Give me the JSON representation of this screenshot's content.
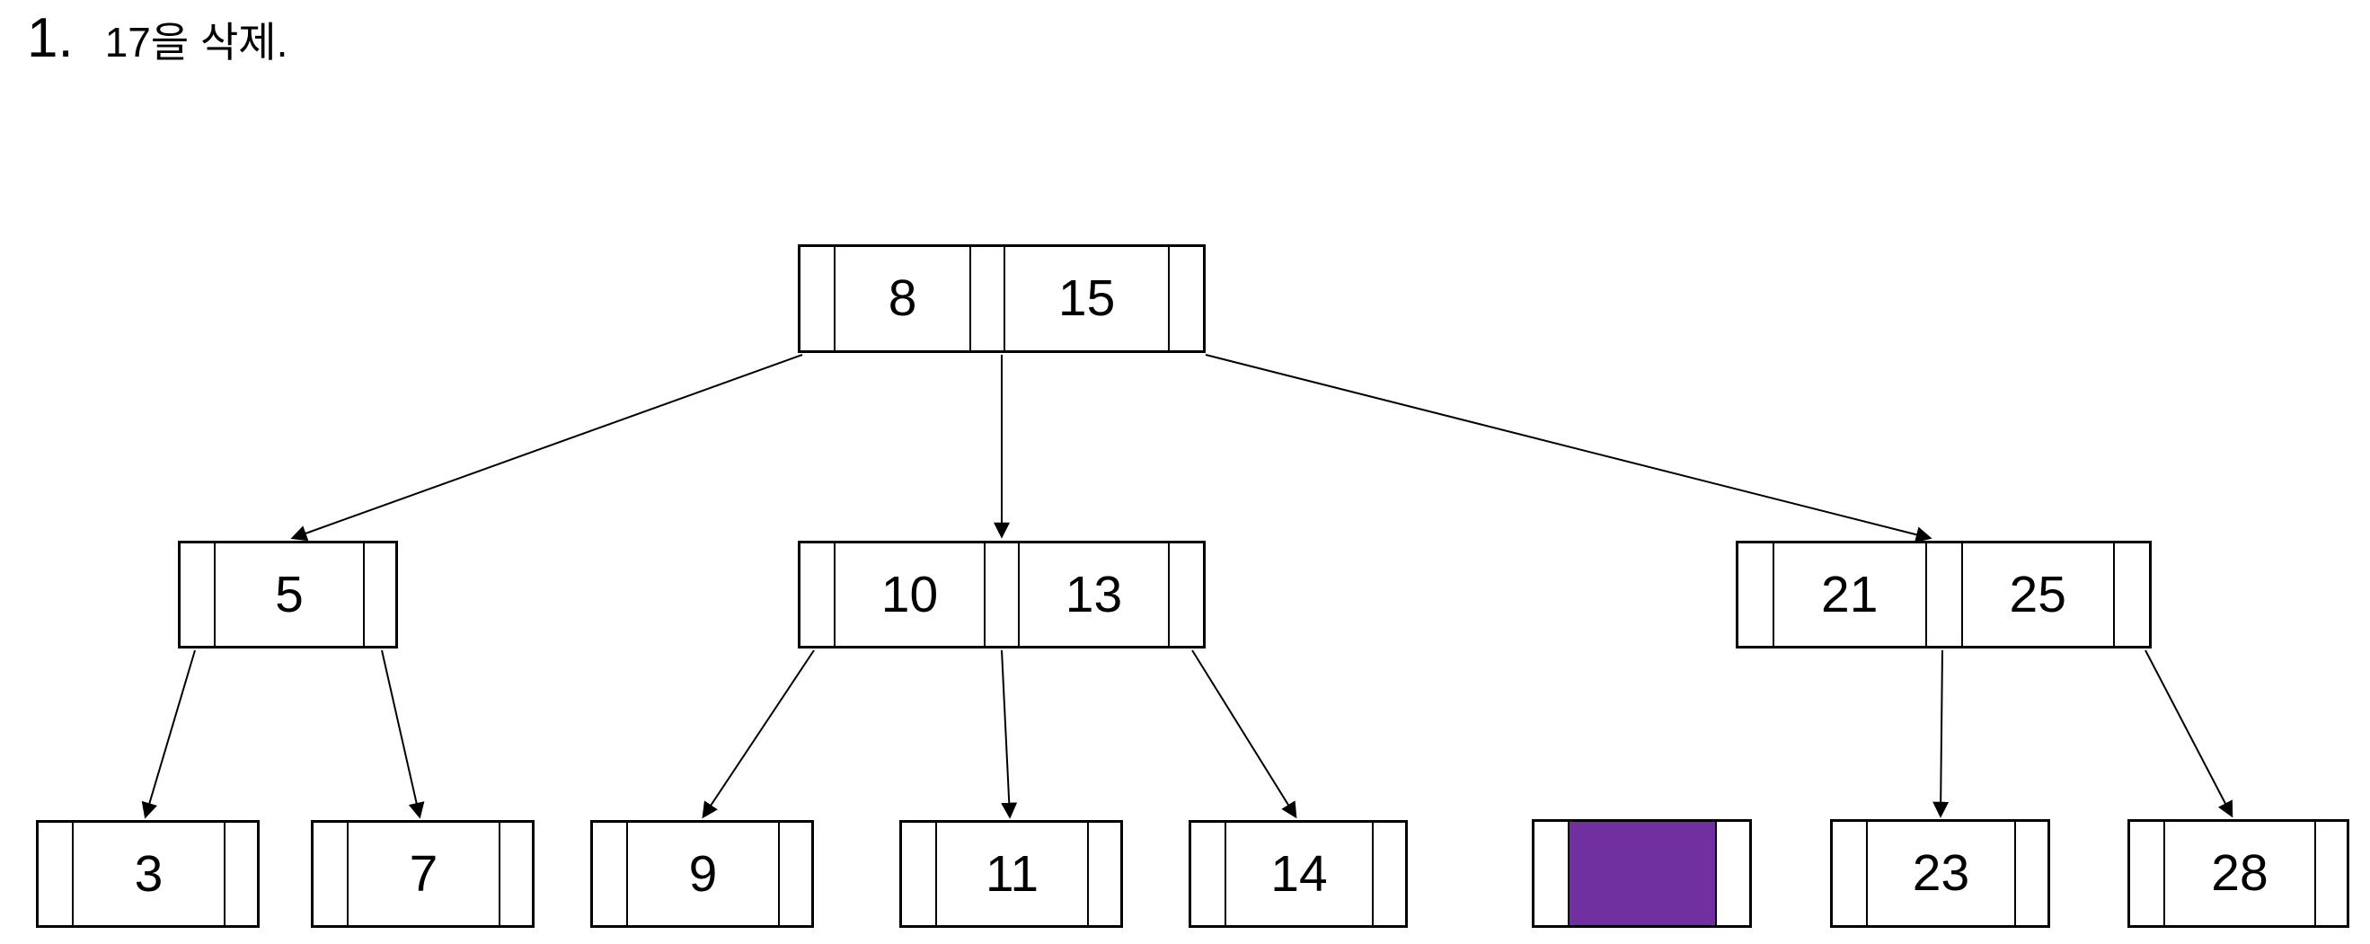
{
  "title": {
    "number": "1.",
    "text": "17을 삭제."
  },
  "colors": {
    "highlight_fill": "#7030A0",
    "line": "#000000",
    "background": "#FFFFFF"
  },
  "tree": {
    "type": "b-tree",
    "caption": "B-tree diagram illustrating deletion of key 17; the leaf that held 17 is now an empty node highlighted purple",
    "nodes": {
      "root": {
        "keys": [
          "8",
          "15"
        ],
        "level": 0
      },
      "n5": {
        "keys": [
          "5"
        ],
        "level": 1
      },
      "n10_13": {
        "keys": [
          "10",
          "13"
        ],
        "level": 1
      },
      "n21_25": {
        "keys": [
          "21",
          "25"
        ],
        "level": 1
      },
      "leaf3": {
        "keys": [
          "3"
        ],
        "level": 2
      },
      "leaf7": {
        "keys": [
          "7"
        ],
        "level": 2
      },
      "leaf9": {
        "keys": [
          "9"
        ],
        "level": 2
      },
      "leaf11": {
        "keys": [
          "11"
        ],
        "level": 2
      },
      "leaf14": {
        "keys": [
          "14"
        ],
        "level": 2
      },
      "leaf_empty": {
        "keys": [
          ""
        ],
        "level": 2,
        "highlighted": true
      },
      "leaf23": {
        "keys": [
          "23"
        ],
        "level": 2
      },
      "leaf28": {
        "keys": [
          "28"
        ],
        "level": 2
      }
    },
    "edges": [
      {
        "from": "root.pointer0",
        "to": "n5"
      },
      {
        "from": "root.pointer1",
        "to": "n10_13"
      },
      {
        "from": "root.pointer2",
        "to": "n21_25"
      },
      {
        "from": "n5.pointer0",
        "to": "leaf3"
      },
      {
        "from": "n5.pointer1",
        "to": "leaf7"
      },
      {
        "from": "n10_13.pointer0",
        "to": "leaf9"
      },
      {
        "from": "n10_13.pointer1",
        "to": "leaf11"
      },
      {
        "from": "n10_13.pointer2",
        "to": "leaf14"
      },
      {
        "from": "n21_25.pointer1",
        "to": "leaf23"
      },
      {
        "from": "n21_25.pointer2",
        "to": "leaf28"
      }
    ]
  }
}
